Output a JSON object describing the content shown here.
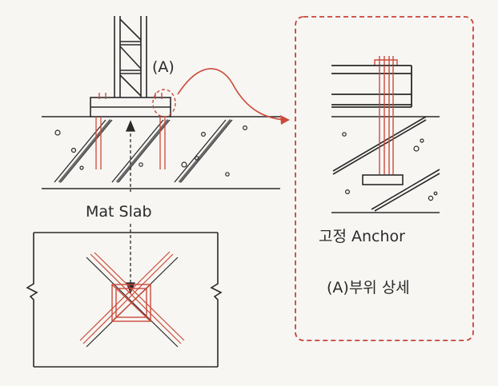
{
  "diagram": {
    "label_a": "(A)",
    "label_mat_slab": "Mat Slab",
    "label_anchor": "고정 Anchor",
    "label_detail": "(A)부위 상세"
  },
  "colors": {
    "line": "#2a2a2a",
    "red": "#cc4a3a",
    "dashed_box": "#c8433a",
    "background": "#f7f6f3"
  }
}
